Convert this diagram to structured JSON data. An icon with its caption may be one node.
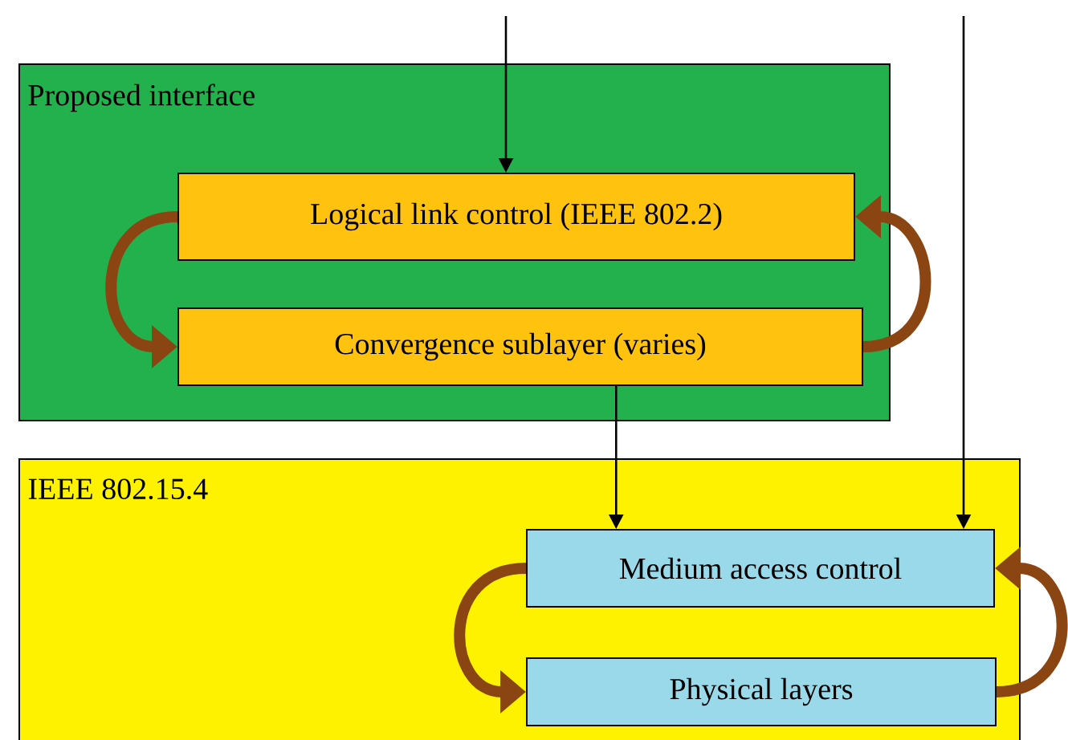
{
  "diagram": {
    "nodes": [
      {
        "text": [
          "Proposed interface"
        ]
      },
      {
        "text": [
          "Logical link control (IEEE 802.2)"
        ],
        "in": 0
      },
      {
        "text": [
          "Convergence sublayer (varies)"
        ],
        "in": 0
      },
      {
        "text": [
          "IEEE 802.15.4"
        ]
      },
      {
        "text": [
          "Medium access control"
        ],
        "in": 3
      },
      {
        "text": [
          "Physical layers"
        ],
        "in": 3
      }
    ],
    "edges": [
      {
        "from": null,
        "to": 1,
        "arrow": "to",
        "color": "#000000"
      },
      {
        "from": null,
        "to": 4,
        "arrow": "to",
        "color": "#000000"
      },
      {
        "from": 2,
        "to": 4,
        "arrow": "to",
        "color": "#000000"
      },
      {
        "from": 1,
        "to": 2,
        "arrow": "to"
      },
      {
        "from": 2,
        "to": 1,
        "arrow": "to"
      },
      {
        "from": 4,
        "to": 5,
        "arrow": "to"
      },
      {
        "from": 5,
        "to": 4,
        "arrow": "to"
      }
    ]
  }
}
